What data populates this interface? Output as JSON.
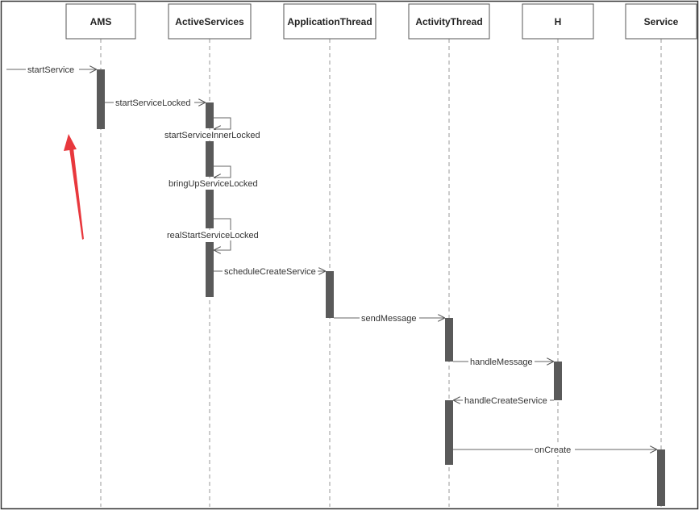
{
  "participants": [
    {
      "id": "ams",
      "label": "AMS"
    },
    {
      "id": "activeservices",
      "label": "ActiveServices"
    },
    {
      "id": "applicationthread",
      "label": "ApplicationThread"
    },
    {
      "id": "activitythread",
      "label": "ActivityThread"
    },
    {
      "id": "h",
      "label": "H"
    },
    {
      "id": "service",
      "label": "Service"
    }
  ],
  "messages": [
    {
      "id": "startService",
      "label": "startService",
      "from": "external",
      "to": "ams"
    },
    {
      "id": "startServiceLocked",
      "label": "startServiceLocked",
      "from": "ams",
      "to": "activeservices"
    },
    {
      "id": "startServiceInnerLocked",
      "label": "startServiceInnerLocked",
      "from": "activeservices",
      "to": "activeservices"
    },
    {
      "id": "bringUpServiceLocked",
      "label": "bringUpServiceLocked",
      "from": "activeservices",
      "to": "activeservices"
    },
    {
      "id": "realStartServiceLocked",
      "label": "realStartServiceLocked",
      "from": "activeservices",
      "to": "activeservices"
    },
    {
      "id": "scheduleCreateService",
      "label": "scheduleCreateService",
      "from": "activeservices",
      "to": "applicationthread"
    },
    {
      "id": "sendMessage",
      "label": "sendMessage",
      "from": "applicationthread",
      "to": "activitythread"
    },
    {
      "id": "handleMessage",
      "label": "handleMessage",
      "from": "activitythread",
      "to": "h"
    },
    {
      "id": "handleCreateService",
      "label": "handleCreateService",
      "from": "h",
      "to": "activitythread"
    },
    {
      "id": "onCreate",
      "label": "onCreate",
      "from": "activitythread",
      "to": "service"
    }
  ],
  "annotation": {
    "kind": "red-arrow",
    "color": "#e8383d"
  },
  "colors": {
    "activation": "#5a5a5a",
    "line": "#666666",
    "border": "#333333",
    "lifeline": "#999999"
  }
}
